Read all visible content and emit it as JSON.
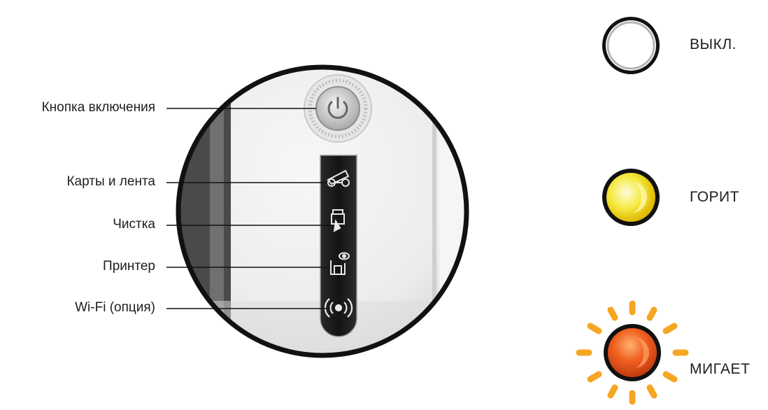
{
  "callouts": [
    {
      "id": "power",
      "label": "Кнопка включения",
      "icon": "power-icon"
    },
    {
      "id": "cards",
      "label": "Карты и лента",
      "icon": "card-ribbon-icon"
    },
    {
      "id": "cleaning",
      "label": "Чистка",
      "icon": "cleaning-icon"
    },
    {
      "id": "printer",
      "label": "Принтер",
      "icon": "printer-eye-icon"
    },
    {
      "id": "wifi",
      "label": "Wi-Fi (опция)",
      "icon": "wifi-icon"
    }
  ],
  "legend": [
    {
      "state": "off",
      "label": "ВЫКЛ.",
      "color": "#d8d8d8"
    },
    {
      "state": "on",
      "label": "ГОРИТ",
      "color": "#f2e21a"
    },
    {
      "state": "blinking",
      "label": "МИГАЕТ",
      "color": "#e8501c"
    }
  ],
  "colors": {
    "ray": "#f5a623",
    "outline": "#111111",
    "panel": "#1a1a1a"
  }
}
